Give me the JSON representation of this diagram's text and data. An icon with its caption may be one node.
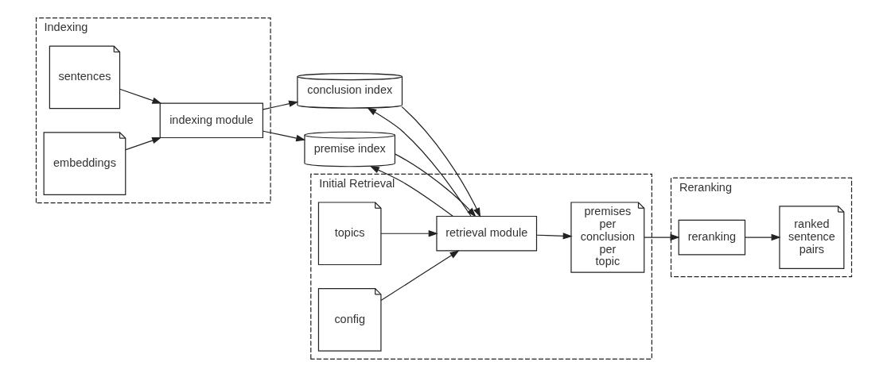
{
  "diagram": {
    "nodes": [
      {
        "text": [
          "Indexing"
        ]
      },
      {
        "text": [
          "sentences"
        ],
        "in": 0
      },
      {
        "text": [
          "embeddings"
        ],
        "in": 0
      },
      {
        "text": [
          "indexing module"
        ],
        "in": 0
      },
      {
        "text": [
          "conclusion index"
        ]
      },
      {
        "text": [
          "premise index"
        ]
      },
      {
        "text": [
          "Initial Retrieval"
        ]
      },
      {
        "text": [
          "topics"
        ],
        "in": 6
      },
      {
        "text": [
          "config"
        ],
        "in": 6
      },
      {
        "text": [
          "retrieval module"
        ],
        "in": 6
      },
      {
        "text": [
          "premises per conclusion per topic"
        ],
        "in": 6
      },
      {
        "text": [
          "Reranking"
        ]
      },
      {
        "text": [
          "reranking"
        ],
        "in": 11
      },
      {
        "text": [
          "ranked sentence pairs"
        ],
        "in": 11
      }
    ],
    "edges": [
      {
        "from": 1,
        "to": 3,
        "arrow": "to"
      },
      {
        "from": 2,
        "to": 3,
        "arrow": "to"
      },
      {
        "from": 3,
        "to": 4,
        "arrow": "to"
      },
      {
        "from": 3,
        "to": 5,
        "arrow": "to"
      },
      {
        "from": 4,
        "to": 9,
        "arrow": "to"
      },
      {
        "from": 9,
        "to": 4,
        "arrow": "to"
      },
      {
        "from": 5,
        "to": 9,
        "arrow": "to"
      },
      {
        "from": 9,
        "to": 5,
        "arrow": "to"
      },
      {
        "from": 7,
        "to": 9,
        "arrow": "to"
      },
      {
        "from": 8,
        "to": 9,
        "arrow": "to"
      },
      {
        "from": 9,
        "to": 10,
        "arrow": "to"
      },
      {
        "from": 10,
        "to": 12,
        "arrow": "to"
      },
      {
        "from": 12,
        "to": 13,
        "arrow": "to"
      }
    ]
  }
}
